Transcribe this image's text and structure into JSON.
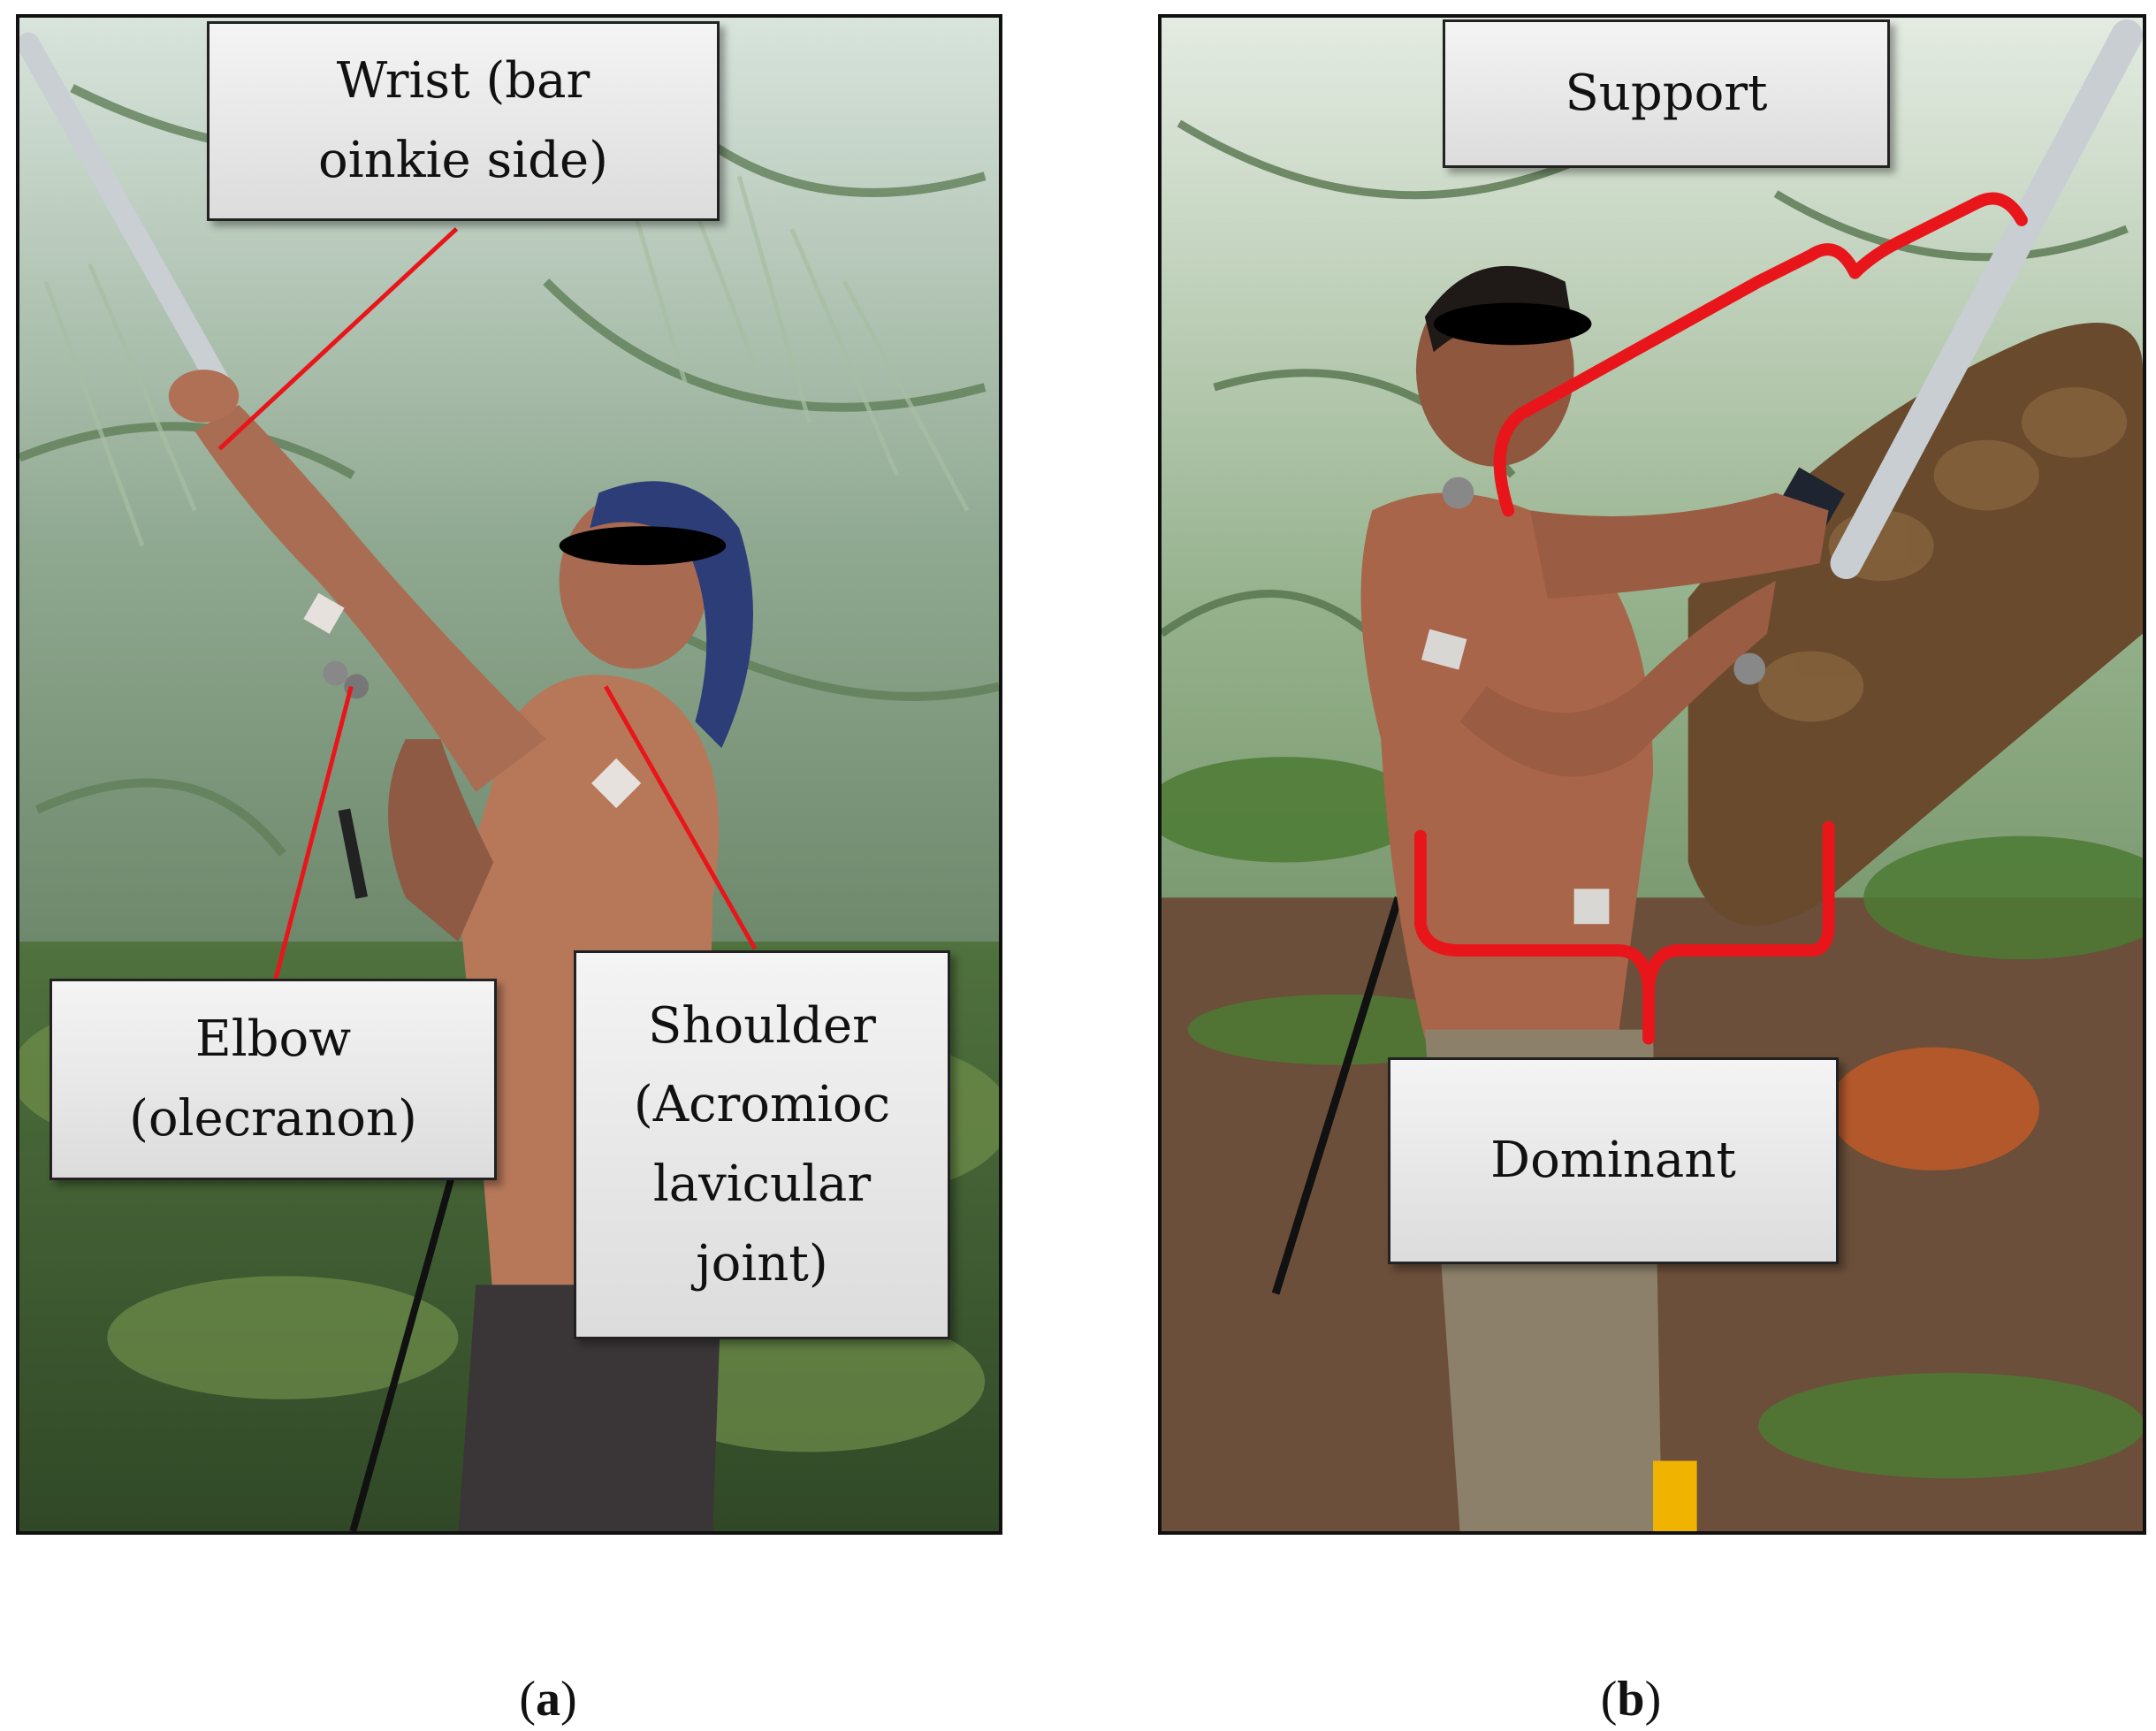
{
  "panel_a": {
    "labels": {
      "wrist": "Wrist (bar\noinkie side)",
      "elbow": "Elbow\n(olecranon)",
      "shoulder": "Shoulder\n(Acromioc\nlavicular\njoint)"
    },
    "caption_open": "(",
    "caption_letter": "a",
    "caption_close": ")"
  },
  "panel_b": {
    "labels": {
      "support": "Support",
      "dominant": "Dominant"
    },
    "caption_open": "(",
    "caption_letter": "b",
    "caption_close": ")"
  },
  "colors": {
    "annotation_line": "#e8161b",
    "label_border": "#222222"
  }
}
